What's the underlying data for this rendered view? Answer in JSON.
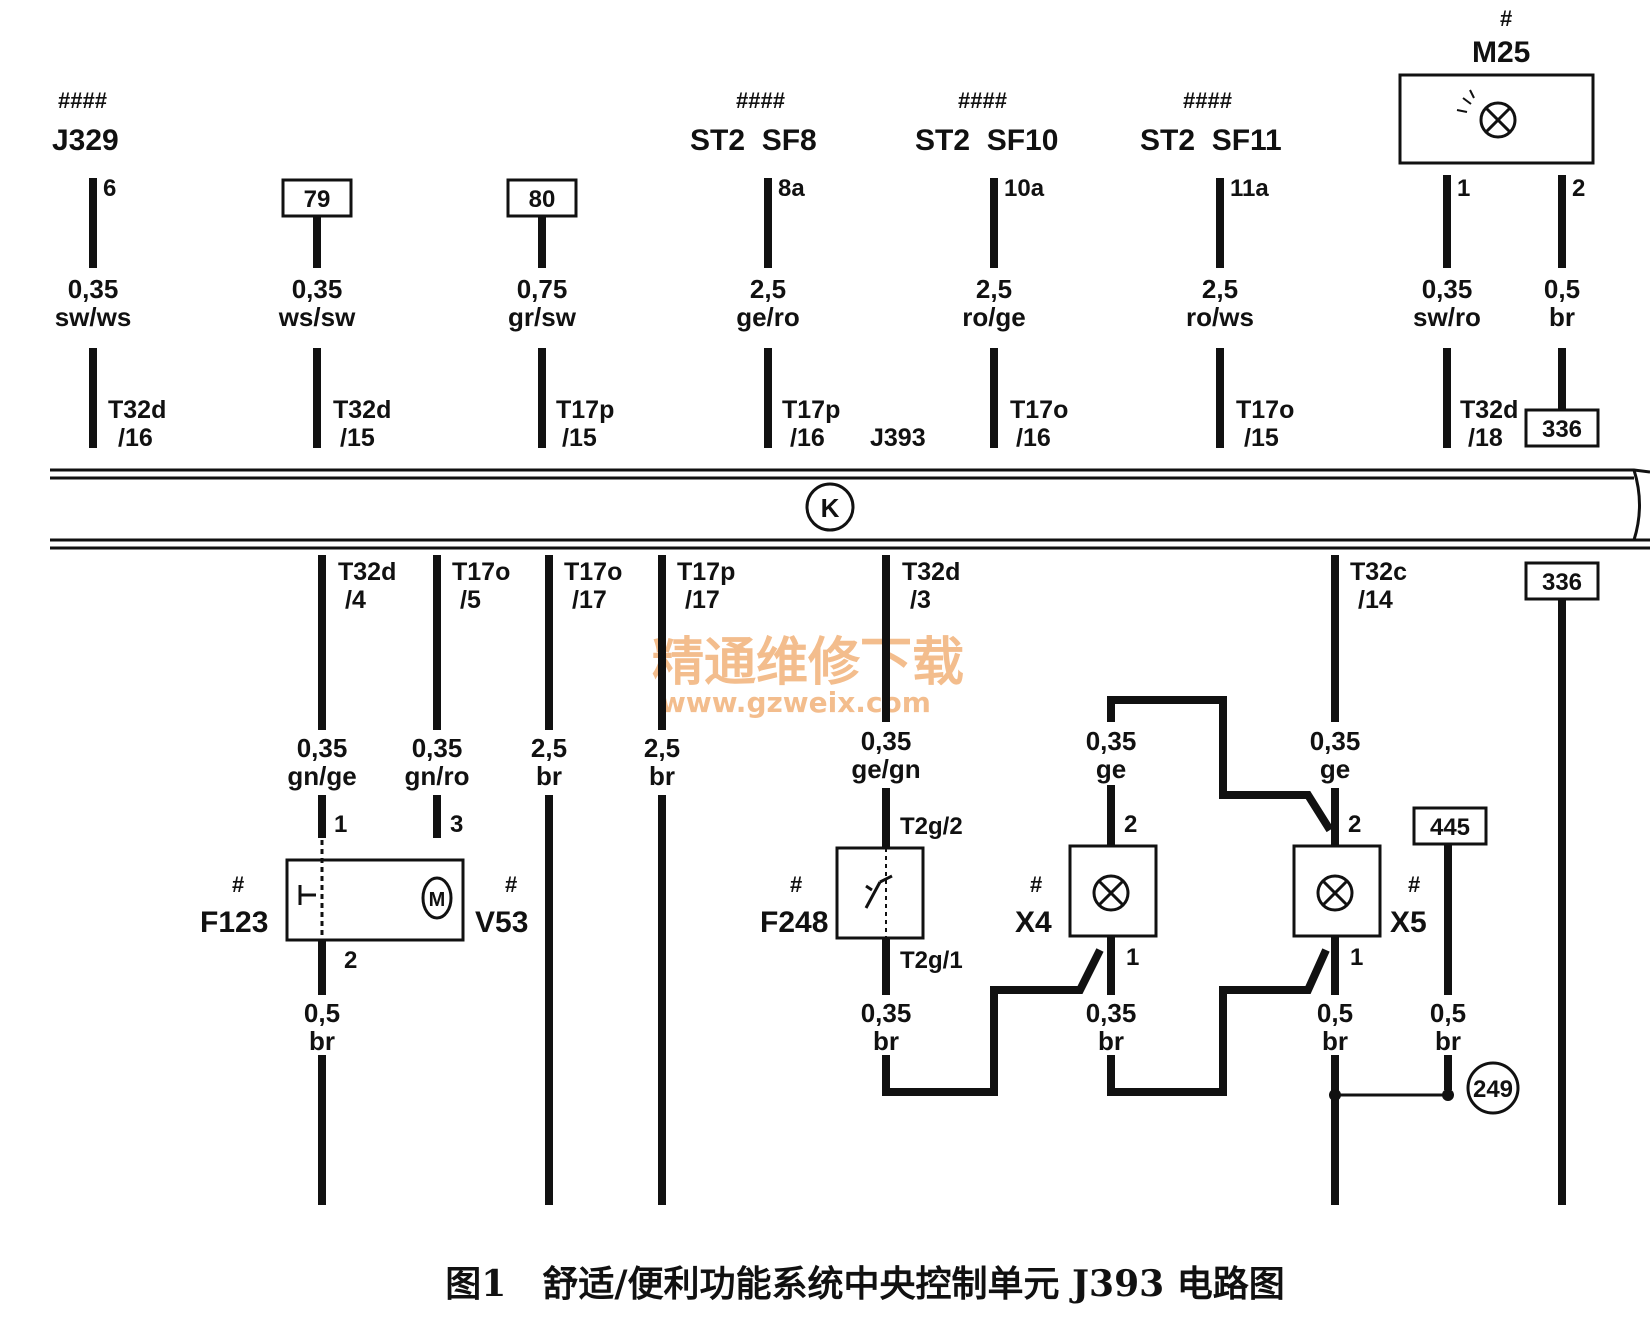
{
  "caption": "图1　舒适/便利功能系统中央控制单元 J393 电路图",
  "watermark": {
    "line1": "精通维修下载",
    "line2": "www.gzweix.com"
  },
  "module": {
    "name": "J393",
    "symbol": "K"
  },
  "top_components": [
    {
      "hash": "####",
      "name": "J329"
    },
    {
      "hash": "####",
      "name": "ST2  SF8"
    },
    {
      "hash": "####",
      "name": "ST2  SF10"
    },
    {
      "hash": "####",
      "name": "ST2  SF11"
    },
    {
      "hash": "#",
      "name": "M25"
    }
  ],
  "top_wires": [
    {
      "pin": "6",
      "size": "0,35",
      "color": "sw/ws",
      "conn": "T32d",
      "conn_pin": "/16"
    },
    {
      "ref": "79",
      "size": "0,35",
      "color": "ws/sw",
      "conn": "T32d",
      "conn_pin": "/15"
    },
    {
      "ref": "80",
      "size": "0,75",
      "color": "gr/sw",
      "conn": "T17p",
      "conn_pin": "/15"
    },
    {
      "pin": "8a",
      "size": "2,5",
      "color": "ge/ro",
      "conn": "T17p",
      "conn_pin": "/16"
    },
    {
      "pin": "10a",
      "size": "2,5",
      "color": "ro/ge",
      "conn": "T17o",
      "conn_pin": "/16"
    },
    {
      "pin": "11a",
      "size": "2,5",
      "color": "ro/ws",
      "conn": "T17o",
      "conn_pin": "/15"
    },
    {
      "pin": "1",
      "size": "0,35",
      "color": "sw/ro",
      "conn": "T32d",
      "conn_pin": "/18"
    },
    {
      "pin": "2",
      "size": "0,5",
      "color": "br",
      "ref": "336"
    }
  ],
  "bottom_wires": [
    {
      "conn": "T32d",
      "conn_pin": "/4",
      "size": "0,35",
      "color": "gn/ge",
      "pin": "1"
    },
    {
      "conn": "T17o",
      "conn_pin": "/5",
      "size": "0,35",
      "color": "gn/ro",
      "pin": "3"
    },
    {
      "conn": "T17o",
      "conn_pin": "/17",
      "size": "2,5",
      "color": "br"
    },
    {
      "conn": "T17p",
      "conn_pin": "/17",
      "size": "2,5",
      "color": "br"
    },
    {
      "conn": "T32d",
      "conn_pin": "/3",
      "size": "0,35",
      "color": "ge/gn",
      "pin": "T2g/2"
    },
    {
      "size": "0,35",
      "color": "ge",
      "pin": "2"
    },
    {
      "conn": "T32c",
      "conn_pin": "/14",
      "size": "0,35",
      "color": "ge",
      "pin": "2"
    },
    {
      "ref": "336"
    }
  ],
  "bottom_components": [
    {
      "hash": "#",
      "name": "F123"
    },
    {
      "hash": "#",
      "name": "V53"
    },
    {
      "hash": "#",
      "name": "F248"
    },
    {
      "hash": "#",
      "name": "X4"
    },
    {
      "hash": "#",
      "name": "X5"
    }
  ],
  "lower_wires": [
    {
      "pin": "2",
      "size": "0,5",
      "color": "br"
    },
    {
      "pin": "T2g/1",
      "size": "0,35",
      "color": "br"
    },
    {
      "pin": "1",
      "size": "0,35",
      "color": "br"
    },
    {
      "pin": "1",
      "size": "0,5",
      "color": "br"
    },
    {
      "ref": "445",
      "size": "0,5",
      "color": "br"
    }
  ],
  "ground": "249"
}
